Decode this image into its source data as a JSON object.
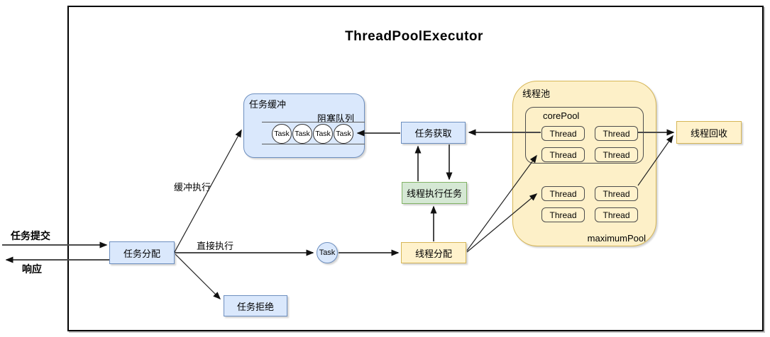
{
  "title": "ThreadPoolExecutor",
  "nodes": {
    "task_dispatch": "任务分配",
    "task_reject": "任务拒绝",
    "task_fetch": "任务获取",
    "thread_exec": "线程执行任务",
    "thread_dispatch": "线程分配",
    "thread_recycle": "线程回收",
    "task": "Task"
  },
  "edge_labels": {
    "task_submit": "任务提交",
    "response": "响应",
    "buffered_exec": "缓冲执行",
    "direct_exec": "直接执行"
  },
  "buffer": {
    "label": "任务缓冲",
    "queue_label": "阻塞队列",
    "tasks": [
      "Task",
      "Task",
      "Task",
      "Task"
    ]
  },
  "pool": {
    "label": "线程池",
    "core_label": "corePool",
    "max_label": "maximumPool",
    "core_threads": [
      "Thread",
      "Thread",
      "Thread",
      "Thread"
    ],
    "max_threads": [
      "Thread",
      "Thread",
      "Thread",
      "Thread"
    ]
  },
  "colors": {
    "blue_fill": "#dae8fc",
    "blue_border": "#6c8ebf",
    "green_fill": "#d5e8d4",
    "green_border": "#82b366",
    "yellow_fill": "#fff2cc",
    "yellow_border": "#d6b656",
    "pool_fill": "#fdf0c8",
    "line": "#4a4a4a",
    "frame": "#000000"
  }
}
